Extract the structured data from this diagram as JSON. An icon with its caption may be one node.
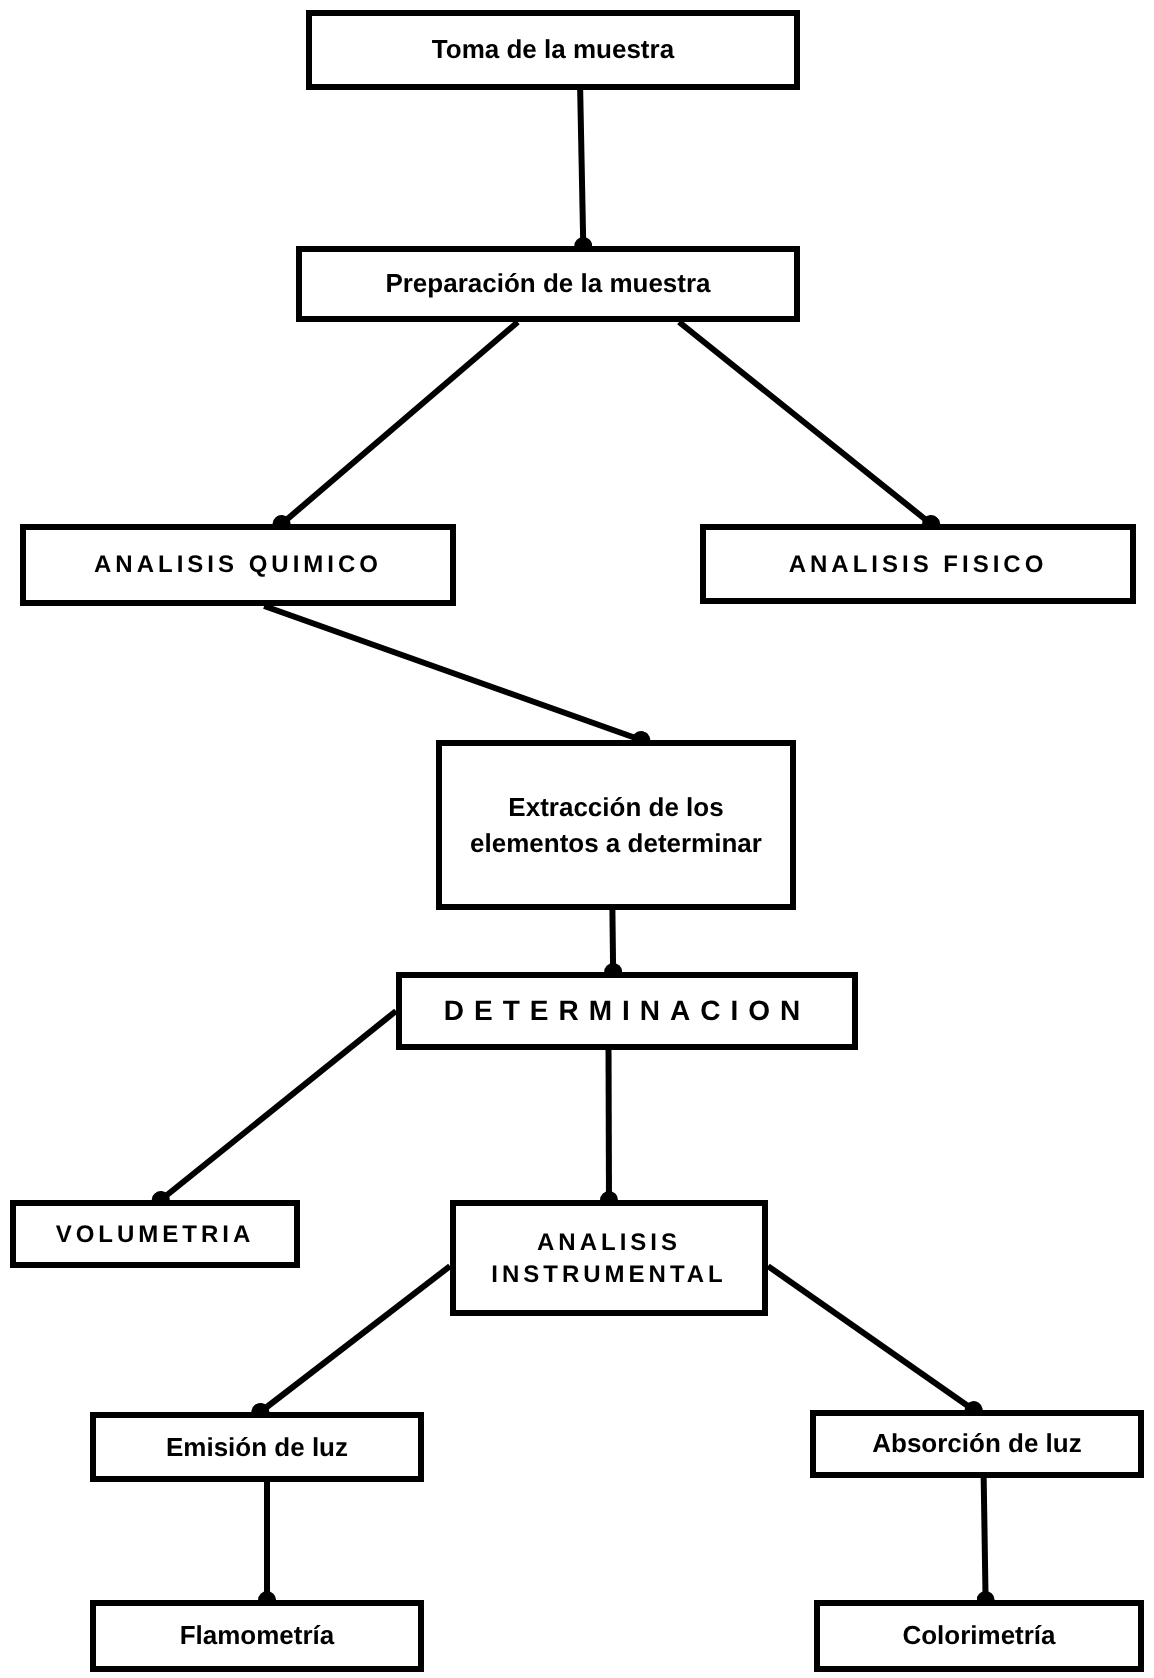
{
  "diagram": {
    "nodes": [
      {
        "text": [
          "Toma de la muestra"
        ]
      },
      {
        "text": [
          "Preparación de la muestra"
        ]
      },
      {
        "text": [
          "ANALISIS QUIMICO"
        ]
      },
      {
        "text": [
          "ANALISIS FISICO"
        ]
      },
      {
        "text": [
          "Extracción de los elementos a determinar"
        ]
      },
      {
        "text": [
          "DETERMINACION"
        ]
      },
      {
        "text": [
          "VOLUMETRIA"
        ]
      },
      {
        "text": [
          "ANALISIS INSTRUMENTAL"
        ]
      },
      {
        "text": [
          "Emisión de luz"
        ]
      },
      {
        "text": [
          "Absorción de luz"
        ]
      },
      {
        "text": [
          "Flamometría"
        ]
      },
      {
        "text": [
          "Colorimetría"
        ]
      }
    ],
    "edges": [
      {
        "from": 0,
        "to": 1,
        "arrow": "other"
      },
      {
        "from": 1,
        "to": 2,
        "arrow": "other"
      },
      {
        "from": 1,
        "to": 3,
        "arrow": "other"
      },
      {
        "from": 2,
        "to": 4,
        "arrow": "other"
      },
      {
        "from": 4,
        "to": 5,
        "arrow": "other"
      },
      {
        "from": 5,
        "to": 6,
        "arrow": "other"
      },
      {
        "from": 5,
        "to": 7,
        "arrow": "other"
      },
      {
        "from": 7,
        "to": 8,
        "arrow": "other"
      },
      {
        "from": 7,
        "to": 9,
        "arrow": "other"
      },
      {
        "from": 8,
        "to": 10,
        "arrow": "other"
      },
      {
        "from": 9,
        "to": 11,
        "arrow": "other"
      }
    ]
  }
}
